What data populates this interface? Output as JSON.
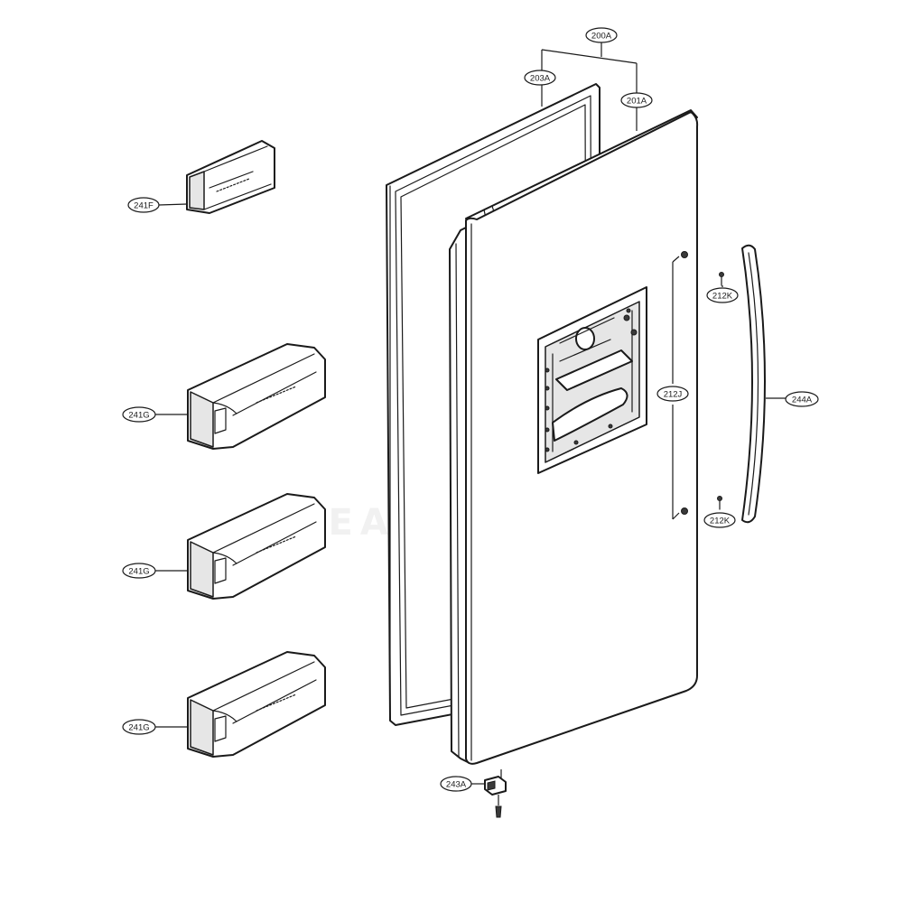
{
  "watermark": {
    "text": "LEADVENTURE"
  },
  "callouts": [
    {
      "id": "200A",
      "label": "200A"
    },
    {
      "id": "203A",
      "label": "203A"
    },
    {
      "id": "201A",
      "label": "201A"
    },
    {
      "id": "241F",
      "label": "241F"
    },
    {
      "id": "212K-top",
      "label": "212K"
    },
    {
      "id": "212J",
      "label": "212J"
    },
    {
      "id": "244A",
      "label": "244A"
    },
    {
      "id": "241G-1",
      "label": "241G"
    },
    {
      "id": "241G-2",
      "label": "241G"
    },
    {
      "id": "212K-bottom",
      "label": "212K"
    },
    {
      "id": "241G-3",
      "label": "241G"
    },
    {
      "id": "243A",
      "label": "243A"
    }
  ]
}
